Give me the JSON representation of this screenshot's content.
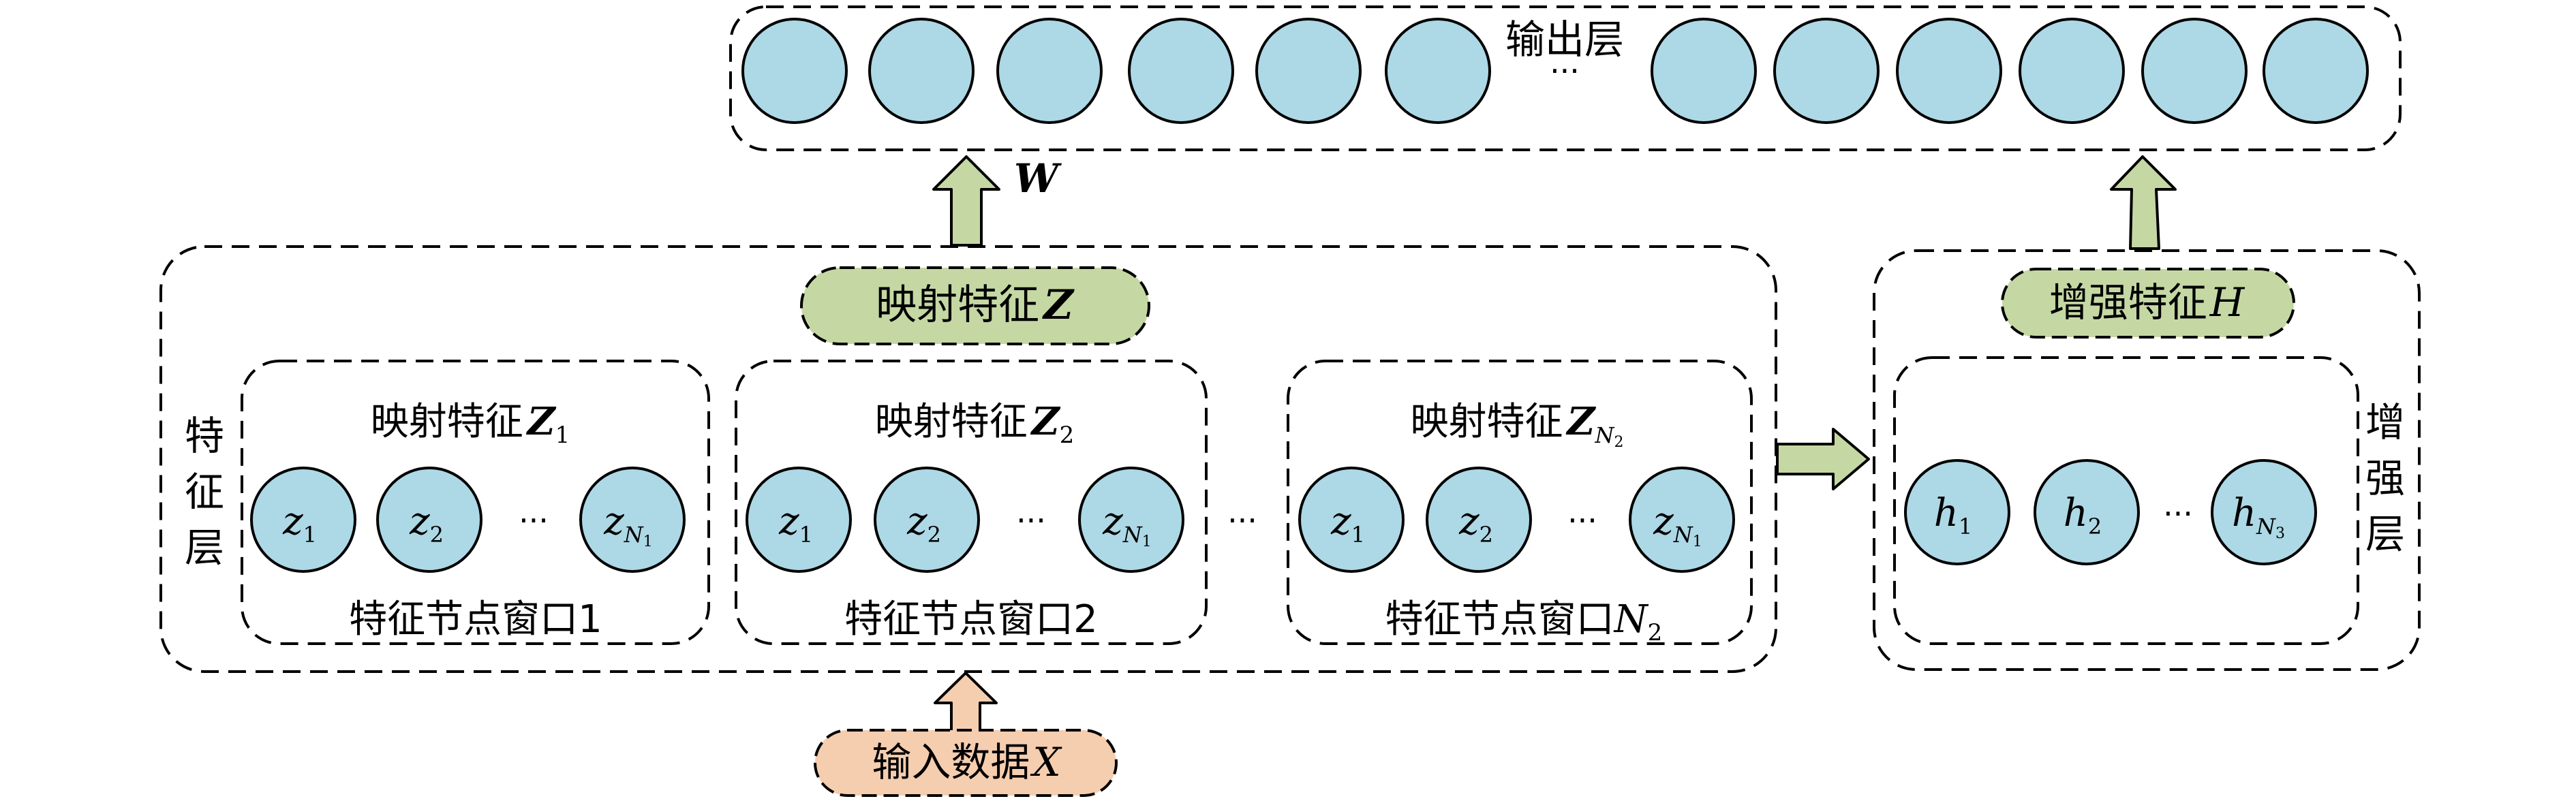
{
  "output_layer": {
    "label": "输出层",
    "ellipsis": "···",
    "weight": "W"
  },
  "feature_layer": {
    "label_lines": [
      "特",
      "征",
      "层"
    ],
    "mapped_feature": {
      "text": "映射特征",
      "var": "Z"
    },
    "between_windows_ellipsis": "···",
    "windows": [
      {
        "title": {
          "text": "映射特征",
          "var": "Z",
          "sub": "1"
        },
        "nodes": [
          {
            "var": "z",
            "sub": "1"
          },
          {
            "var": "z",
            "sub": "2"
          },
          {
            "var": "z",
            "sub": "N",
            "subsub": "1"
          }
        ],
        "ellipsis": "···",
        "caption": {
          "text": "特征节点窗口1",
          "var": "",
          "sub": ""
        }
      },
      {
        "title": {
          "text": "映射特征",
          "var": "Z",
          "sub": "2"
        },
        "nodes": [
          {
            "var": "z",
            "sub": "1"
          },
          {
            "var": "z",
            "sub": "2"
          },
          {
            "var": "z",
            "sub": "N",
            "subsub": "1"
          }
        ],
        "ellipsis": "···",
        "caption": {
          "text": "特征节点窗口2",
          "var": "",
          "sub": ""
        }
      },
      {
        "title": {
          "text": "映射特征",
          "var": "Z",
          "sub": "N",
          "subsub": "2"
        },
        "nodes": [
          {
            "var": "z",
            "sub": "1"
          },
          {
            "var": "z",
            "sub": "2"
          },
          {
            "var": "z",
            "sub": "N",
            "subsub": "1"
          }
        ],
        "ellipsis": "···",
        "caption": {
          "text": "特征节点窗口",
          "var": "N",
          "sub": "2"
        }
      }
    ]
  },
  "enhancement_layer": {
    "label_lines": [
      "增",
      "强",
      "层"
    ],
    "enhanced_feature": {
      "text": "增强特征",
      "var": "H"
    },
    "nodes": [
      {
        "var": "h",
        "sub": "1"
      },
      {
        "var": "h",
        "sub": "2"
      },
      {
        "var": "h",
        "sub": "N",
        "subsub": "3"
      }
    ],
    "ellipsis": "···"
  },
  "input": {
    "text": "输入数据",
    "var": "X"
  },
  "colors": {
    "node_fill": "#add8e6",
    "stroke": "#000000",
    "green_fill": "#c5d8a4",
    "orange_fill": "#f5cdaf"
  }
}
